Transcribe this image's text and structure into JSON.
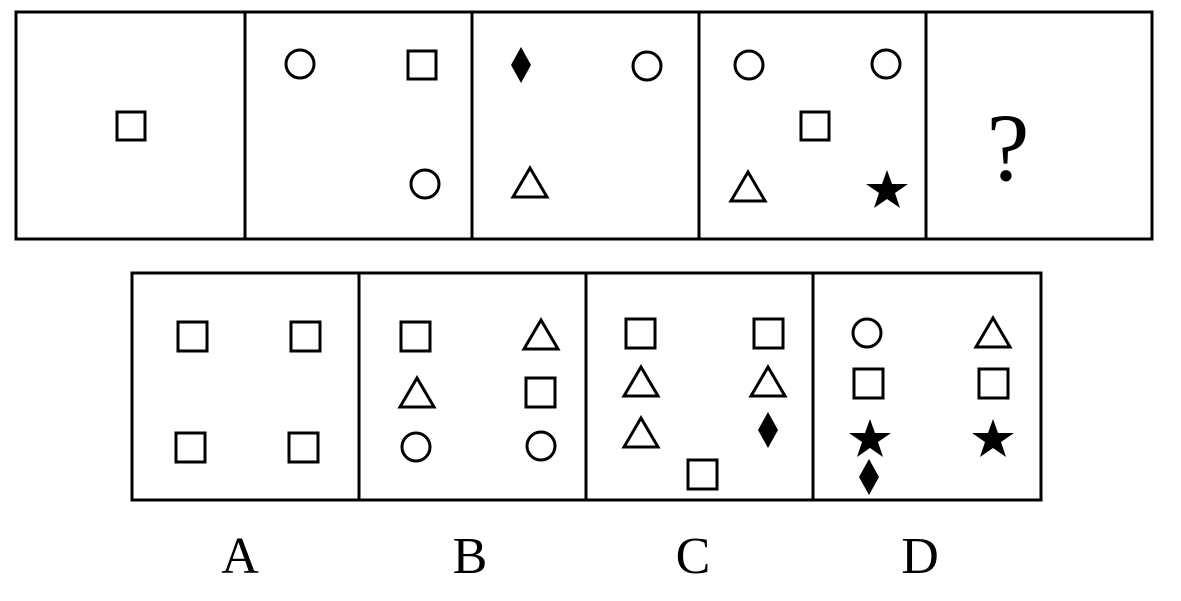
{
  "question_row": {
    "panels": [
      {
        "shapes": [
          "square"
        ]
      },
      {
        "shapes": [
          "circle",
          "square",
          "circle"
        ]
      },
      {
        "shapes": [
          "diamond",
          "circle",
          "triangle"
        ]
      },
      {
        "shapes": [
          "circle",
          "circle",
          "square",
          "triangle",
          "star"
        ]
      },
      {
        "mark": "?"
      }
    ]
  },
  "options": [
    {
      "label": "A",
      "shapes": [
        "square",
        "square",
        "square",
        "square"
      ]
    },
    {
      "label": "B",
      "shapes": [
        "square",
        "triangle",
        "triangle",
        "square",
        "circle",
        "circle"
      ]
    },
    {
      "label": "C",
      "shapes": [
        "square",
        "square",
        "triangle",
        "triangle",
        "triangle",
        "diamond",
        "square"
      ]
    },
    {
      "label": "D",
      "shapes": [
        "circle",
        "triangle",
        "square",
        "square",
        "star",
        "star",
        "diamond"
      ]
    }
  ],
  "colors": {
    "stroke": "#000000",
    "background": "#ffffff"
  }
}
